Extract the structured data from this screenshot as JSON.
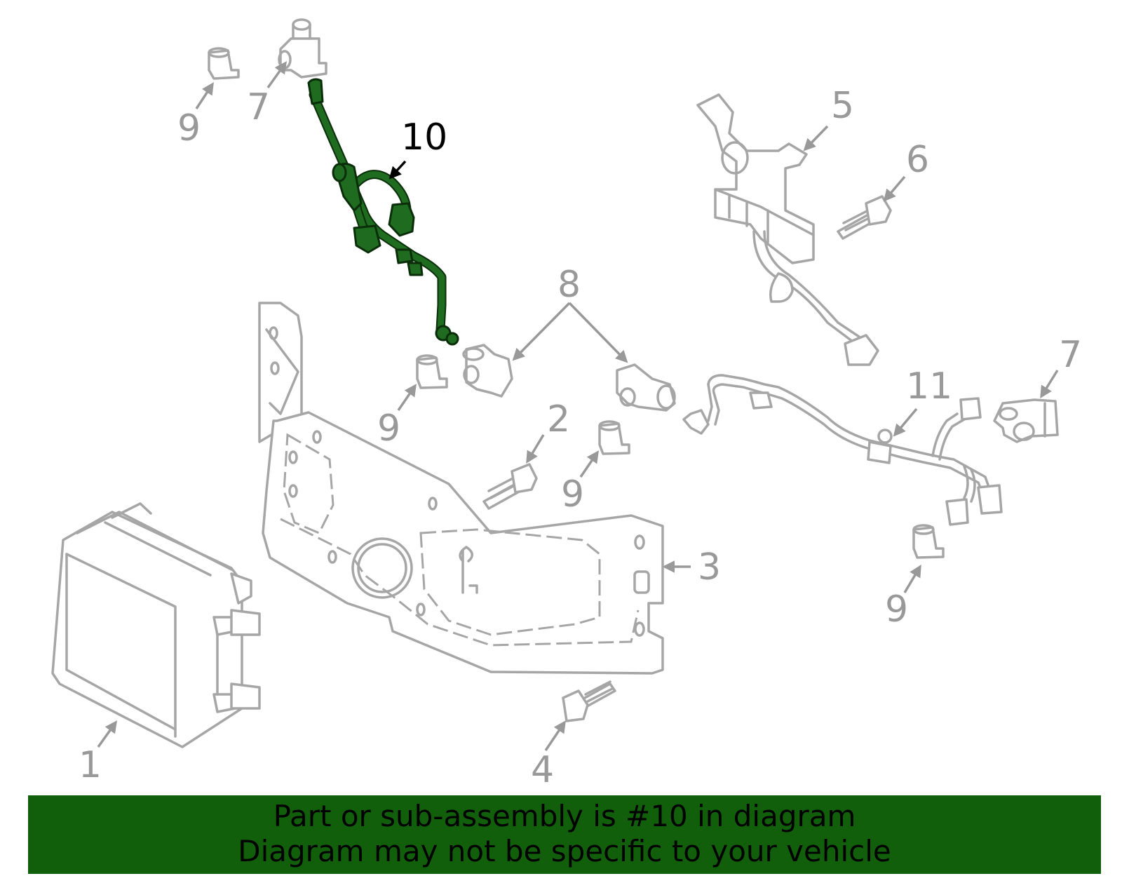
{
  "callouts": [
    "1",
    "2",
    "3",
    "4",
    "5",
    "6",
    "7",
    "7",
    "8",
    "9",
    "9",
    "9",
    "9",
    "9",
    "10",
    "11"
  ],
  "highlighted_callout": "10",
  "colors": {
    "highlight_part": "#1f6b1f",
    "banner_background": "#115e0b",
    "callout_text": "#999999",
    "highlight_callout_text": "#000000",
    "part_line": "#a6a6a6"
  },
  "banner": {
    "line1": "Part or sub-assembly is #10 in diagram",
    "line2": "Diagram may not be specific to your vehicle"
  }
}
